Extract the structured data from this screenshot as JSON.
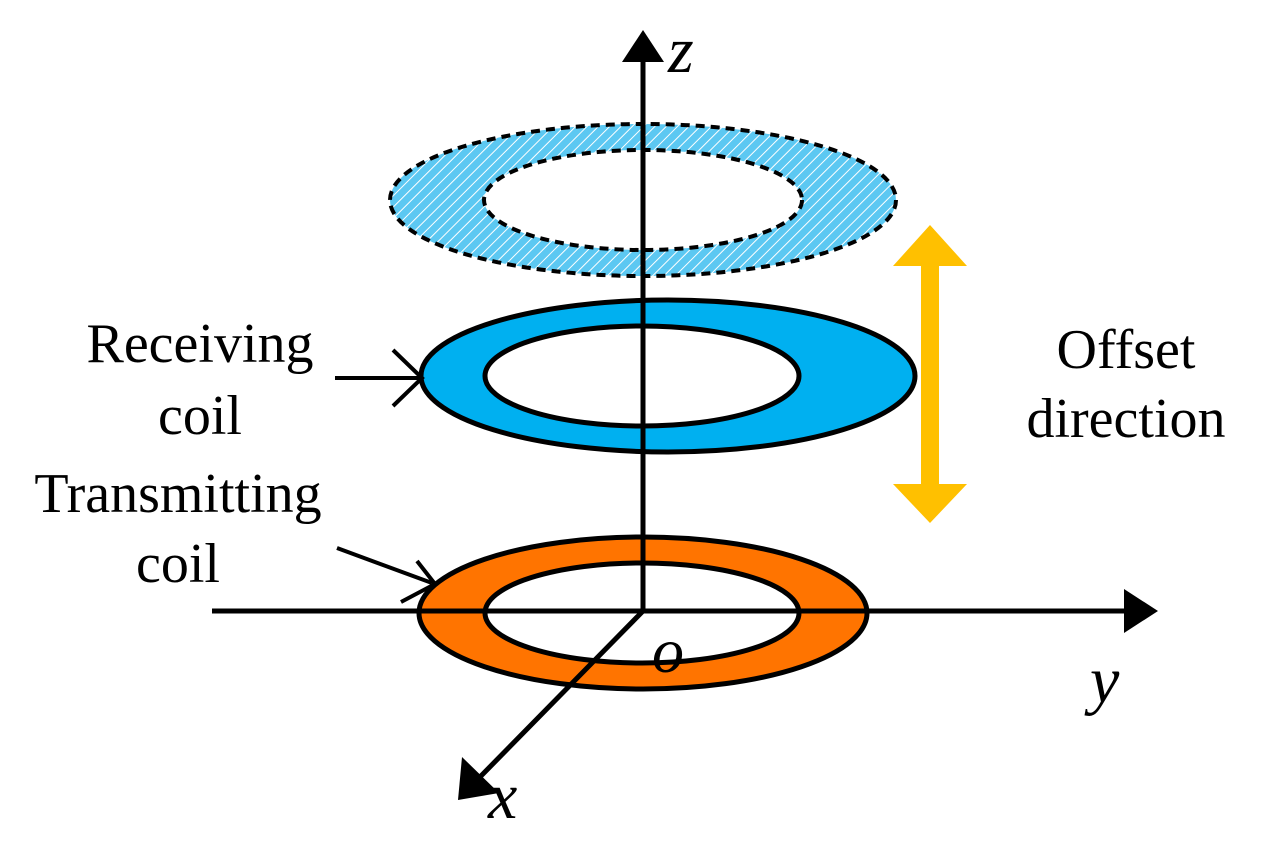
{
  "axes": {
    "z_label": "z",
    "y_label": "y",
    "x_label": "x",
    "origin_label": "o"
  },
  "labels": {
    "receiving_line1": "Receiving",
    "receiving_line2": "coil",
    "transmitting_line1": "Transmitting",
    "transmitting_line2": "coil",
    "offset_line1": "Offset",
    "offset_line2": "direction"
  },
  "colors": {
    "receiving_coil": "#00B0F0",
    "offset_coil": "#00B0F0",
    "transmitting_coil": "#FF7400",
    "offset_arrow": "#FFC000",
    "line": "#000000"
  }
}
